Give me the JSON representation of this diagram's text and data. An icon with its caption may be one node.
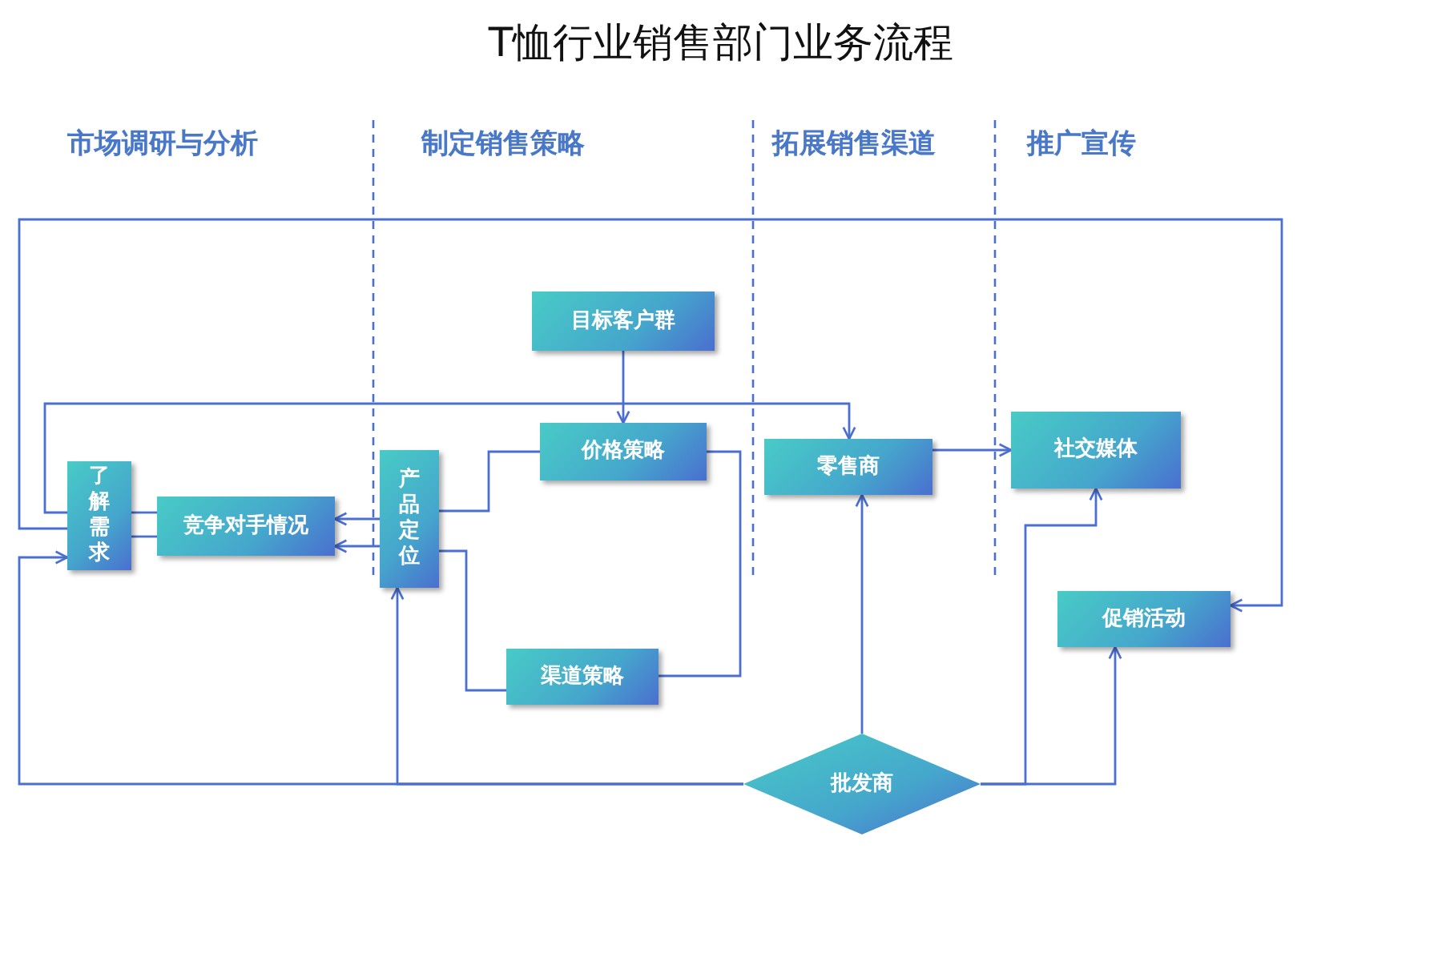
{
  "diagram": {
    "title": "T恤行业销售部门业务流程",
    "nodes": [
      {
        "text": [
          "了解需求"
        ]
      },
      {
        "text": [
          "竞争对手情况"
        ]
      },
      {
        "text": [
          "产品定位"
        ]
      },
      {
        "text": [
          "目标客户群"
        ]
      },
      {
        "text": [
          "价格策略"
        ]
      },
      {
        "text": [
          "渠道策略"
        ]
      },
      {
        "text": [
          "零售商"
        ]
      },
      {
        "text": [
          "社交媒体"
        ]
      },
      {
        "text": [
          "促销活动"
        ]
      },
      {
        "text": [
          "批发商"
        ]
      }
    ],
    "edges": [
      {
        "from": 0,
        "to": 1,
        "arrow": "none"
      },
      {
        "from": 0,
        "to": 1,
        "arrow": "none"
      },
      {
        "from": 2,
        "to": 1,
        "arrow": "to"
      },
      {
        "from": 2,
        "to": 1,
        "arrow": "to"
      },
      {
        "from": 9,
        "to": 2,
        "arrow": "to"
      },
      {
        "from": 9,
        "to": 0,
        "arrow": "to"
      },
      {
        "from": 0,
        "to": 8,
        "arrow": "to"
      },
      {
        "from": 0,
        "to": 6,
        "arrow": "to"
      },
      {
        "from": 2,
        "to": 4,
        "arrow": "none"
      },
      {
        "from": 2,
        "to": 5,
        "arrow": "none"
      },
      {
        "from": 4,
        "to": 5,
        "arrow": "none"
      },
      {
        "from": 3,
        "to": 4,
        "arrow": "to"
      },
      {
        "from": 6,
        "to": 7,
        "arrow": "to"
      },
      {
        "from": 9,
        "to": 6,
        "arrow": "to"
      },
      {
        "from": 9,
        "to": 7,
        "arrow": "to"
      },
      {
        "from": 9,
        "to": 8,
        "arrow": "to"
      }
    ],
    "labels": [
      "市场调研与分析",
      "制定销售策略",
      "拓展销售渠道",
      "推广宣传"
    ]
  }
}
